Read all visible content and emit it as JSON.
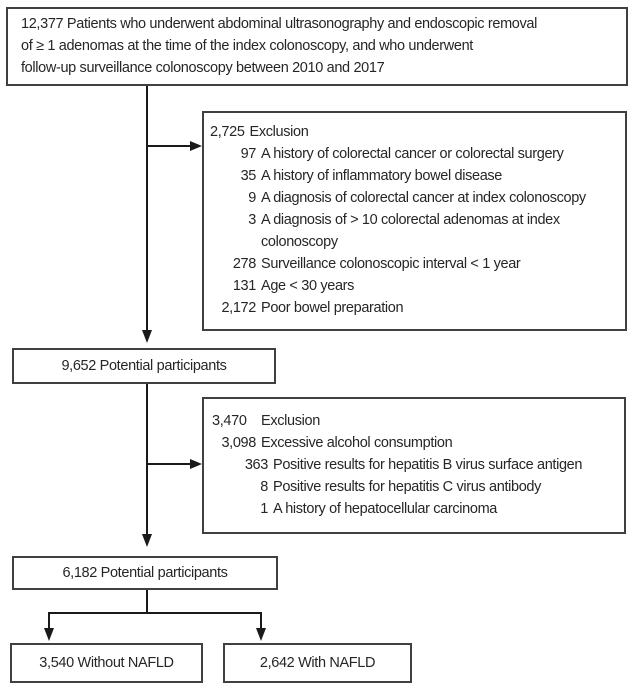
{
  "diagram": {
    "initial_cohort": {
      "lines": [
        "12,377 Patients who underwent abdominal ultrasonography and endoscopic removal",
        "of ≥ 1 adenomas at the time of the index colonoscopy, and who underwent",
        "follow-up surveillance colonoscopy between 2010 and 2017"
      ]
    },
    "exclusion1": {
      "count": "2,725",
      "label": "Exclusion",
      "items": [
        {
          "num": "97",
          "text": "A history of colorectal cancer or colorectal surgery",
          "level": 1
        },
        {
          "num": "35",
          "text": "A history of inflammatory bowel disease",
          "level": 1
        },
        {
          "num": "9",
          "text": "A diagnosis of colorectal cancer at index colonoscopy",
          "level": 1
        },
        {
          "num": "3",
          "text": "A diagnosis of > 10 colorectal adenomas at index colonoscopy",
          "level": 1
        },
        {
          "num": "278",
          "text": "Surveillance colonoscopic interval < 1 year",
          "level": 1
        },
        {
          "num": "131",
          "text": "Age < 30 years",
          "level": 1
        },
        {
          "num": "2,172",
          "text": "Poor bowel preparation",
          "level": 1
        }
      ]
    },
    "potential1": "9,652 Potential participants",
    "exclusion2": {
      "count": "3,470",
      "label": "Exclusion",
      "items": [
        {
          "num": "3,098",
          "text": "Excessive alcohol consumption",
          "level": 1
        },
        {
          "num": "363",
          "text": "Positive results for hepatitis B virus surface antigen",
          "level": 2
        },
        {
          "num": "8",
          "text": "Positive results for hepatitis C virus antibody",
          "level": 2
        },
        {
          "num": "1",
          "text": "A history of hepatocellular carcinoma",
          "level": 2
        }
      ]
    },
    "potential2": "6,182 Potential participants",
    "without_nafld": "3,540 Without NAFLD",
    "with_nafld": "2,642 With NAFLD"
  },
  "colors": {
    "line": "#1a1a1a",
    "border": "#404040",
    "text": "#262626",
    "bg": "#ffffff"
  }
}
